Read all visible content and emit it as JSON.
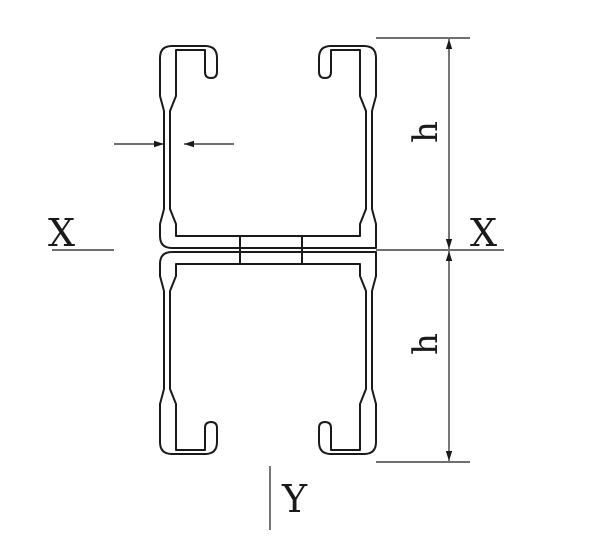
{
  "labels": {
    "axis_x_left": "X",
    "axis_x_right": "X",
    "axis_y": "Y",
    "height_top": "h",
    "height_bottom": "h"
  },
  "colors": {
    "stroke": "#1a1a1a",
    "background": "#ffffff"
  }
}
